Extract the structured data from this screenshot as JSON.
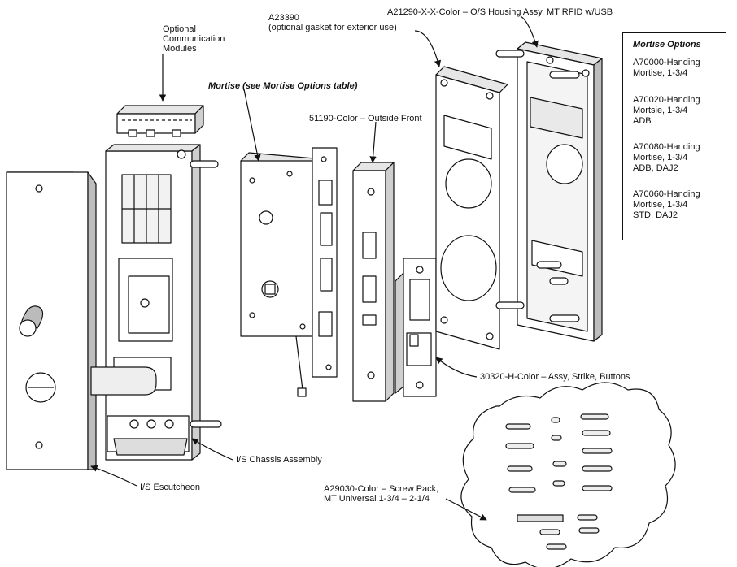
{
  "labels": {
    "comm_modules": [
      "Optional",
      "Communication",
      "Modules"
    ],
    "a23390": [
      "A23390",
      "(optional gasket for exterior use)"
    ],
    "housing": "A21290-X-X-Color – O/S Housing Assy, MT RFID w/USB",
    "mortise": "Mortise (see Mortise Options table)",
    "outside_front": "51190-Color – Outside Front",
    "strike": "30320-H-Color – Assy, Strike, Buttons",
    "chassis": "I/S Chassis Assembly",
    "escutcheon": "I/S Escutcheon",
    "screw_pack": [
      "A29030-Color – Screw Pack,",
      "MT Universal 1-3/4 – 2-1/4"
    ]
  },
  "mortise_options": {
    "title": "Mortise Options",
    "items": [
      [
        "A70000-Handing",
        "Mortise, 1-3/4"
      ],
      [
        "A70020-Handing",
        "Mortsie, 1-3/4",
        "ADB"
      ],
      [
        "A70080-Handing",
        "Mortise, 1-3/4",
        "ADB, DAJ2"
      ],
      [
        "A70060-Handing",
        "Mortise, 1-3/4",
        "STD, DAJ2"
      ]
    ]
  },
  "colors": {
    "line": "#111111",
    "fill": "#ffffff",
    "shade": "#d9d9d9",
    "dark": "#7a7a7a"
  }
}
